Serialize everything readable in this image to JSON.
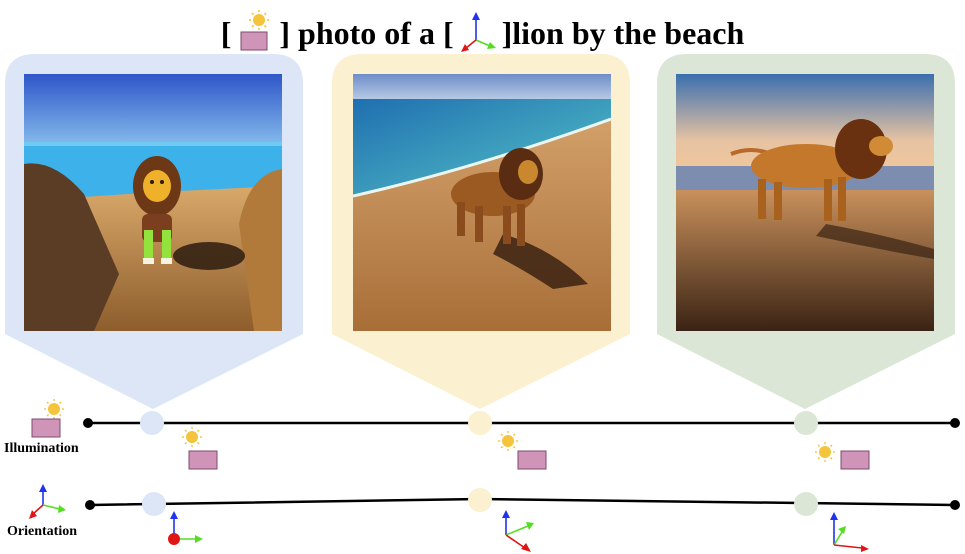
{
  "title": {
    "prefix": "[",
    "middle": "] photo of a [",
    "suffix": "]lion by the beach"
  },
  "rows": {
    "illumination_label": "Illumination",
    "orientation_label": "Orientation"
  },
  "colors": {
    "panel_1": "#dde6f6",
    "panel_2": "#fbf0cf",
    "panel_3": "#dbe6d6",
    "node_1": "#dde6f6",
    "node_2": "#fbf0cf",
    "node_3": "#dbe6d6",
    "track": "#000000",
    "sun": "#f3c43c",
    "block": "#cf94b8",
    "axis_x": "#e01616",
    "axis_y": "#55dd22",
    "axis_z": "#1f33ee"
  },
  "panels": [
    {
      "name": "lion-front-facing-sandy-cliff"
    },
    {
      "name": "lion-side-walking-shoreline"
    },
    {
      "name": "lion-profile-sunset-beach"
    }
  ]
}
